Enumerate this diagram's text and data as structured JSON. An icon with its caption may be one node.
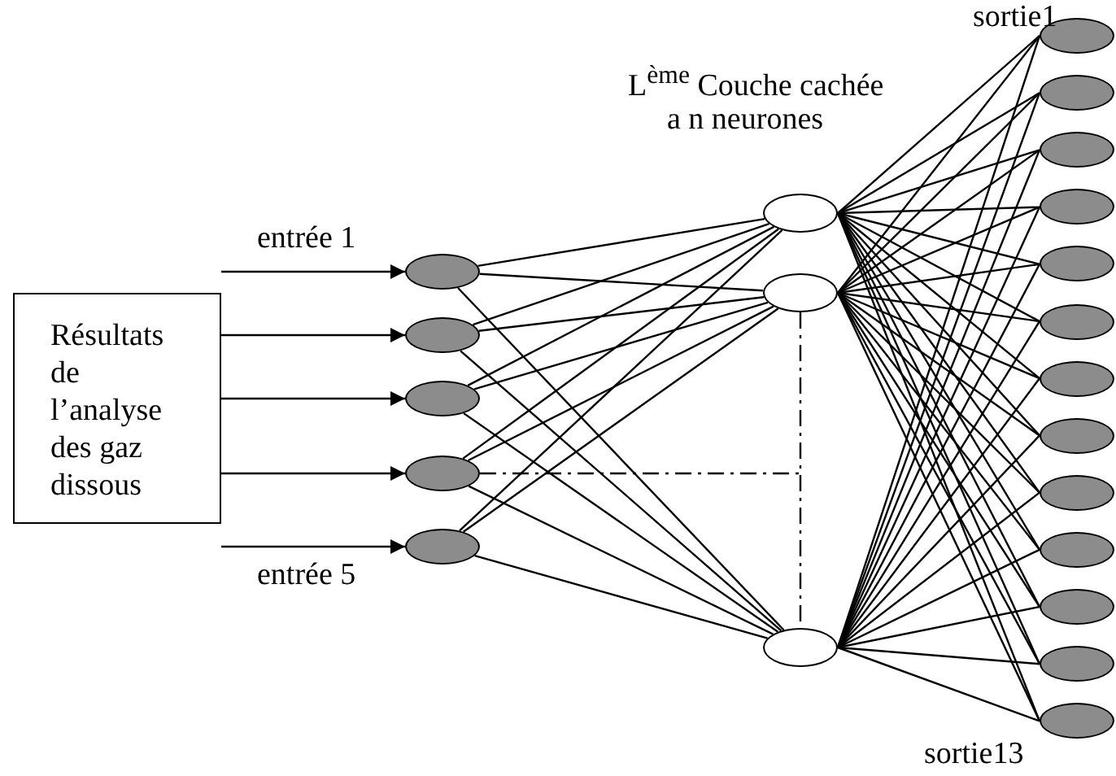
{
  "diagram": {
    "nodes": [
      {
        "text": [
          "Résultats de l’analyse des gaz dissous"
        ]
      },
      {
        "text": [],
        "shape": "ellipse"
      },
      {
        "text": [],
        "shape": "ellipse"
      },
      {
        "text": [],
        "shape": "ellipse"
      },
      {
        "text": [],
        "shape": "ellipse"
      },
      {
        "text": [],
        "shape": "ellipse"
      },
      {
        "text": [],
        "shape": "ellipse"
      },
      {
        "text": [],
        "shape": "ellipse"
      },
      {
        "text": [],
        "shape": "ellipse"
      },
      {
        "text": [],
        "shape": "ellipse"
      },
      {
        "text": [],
        "shape": "ellipse"
      },
      {
        "text": [],
        "shape": "ellipse"
      },
      {
        "text": [],
        "shape": "ellipse"
      },
      {
        "text": [],
        "shape": "ellipse"
      },
      {
        "text": [],
        "shape": "ellipse"
      },
      {
        "text": [],
        "shape": "ellipse"
      },
      {
        "text": [],
        "shape": "ellipse"
      },
      {
        "text": [],
        "shape": "ellipse"
      },
      {
        "text": [],
        "shape": "ellipse"
      },
      {
        "text": [],
        "shape": "ellipse"
      },
      {
        "text": [],
        "shape": "ellipse"
      },
      {
        "text": [],
        "shape": "ellipse"
      }
    ],
    "edges": [
      {
        "from": 0,
        "to": 1,
        "arrow": "to"
      },
      {
        "from": 0,
        "to": 2,
        "arrow": "to"
      },
      {
        "from": 0,
        "to": 3,
        "arrow": "to"
      },
      {
        "from": 0,
        "to": 4,
        "arrow": "to"
      },
      {
        "from": 0,
        "to": 5,
        "arrow": "to"
      },
      {
        "from": 1,
        "to": 6,
        "arrow": "none"
      },
      {
        "from": 1,
        "to": 7,
        "arrow": "none"
      },
      {
        "from": 1,
        "to": 8,
        "arrow": "none"
      },
      {
        "from": 2,
        "to": 6,
        "arrow": "none"
      },
      {
        "from": 2,
        "to": 7,
        "arrow": "none"
      },
      {
        "from": 2,
        "to": 8,
        "arrow": "none"
      },
      {
        "from": 3,
        "to": 6,
        "arrow": "none"
      },
      {
        "from": 3,
        "to": 7,
        "arrow": "none"
      },
      {
        "from": 3,
        "to": 8,
        "arrow": "none"
      },
      {
        "from": 4,
        "to": 6,
        "arrow": "none"
      },
      {
        "from": 4,
        "to": 7,
        "arrow": "none"
      },
      {
        "from": 4,
        "to": 8,
        "arrow": "none"
      },
      {
        "from": 5,
        "to": 6,
        "arrow": "none"
      },
      {
        "from": 5,
        "to": 7,
        "arrow": "none"
      },
      {
        "from": 5,
        "to": 8,
        "arrow": "none"
      },
      {
        "from": 6,
        "to": 9,
        "arrow": "none"
      },
      {
        "from": 6,
        "to": 10,
        "arrow": "none"
      },
      {
        "from": 6,
        "to": 11,
        "arrow": "none"
      },
      {
        "from": 6,
        "to": 12,
        "arrow": "none"
      },
      {
        "from": 6,
        "to": 13,
        "arrow": "none"
      },
      {
        "from": 6,
        "to": 14,
        "arrow": "none"
      },
      {
        "from": 6,
        "to": 15,
        "arrow": "none"
      },
      {
        "from": 6,
        "to": 16,
        "arrow": "none"
      },
      {
        "from": 6,
        "to": 17,
        "arrow": "none"
      },
      {
        "from": 6,
        "to": 18,
        "arrow": "none"
      },
      {
        "from": 6,
        "to": 19,
        "arrow": "none"
      },
      {
        "from": 6,
        "to": 20,
        "arrow": "none"
      },
      {
        "from": 6,
        "to": 21,
        "arrow": "none"
      },
      {
        "from": 7,
        "to": 9,
        "arrow": "none"
      },
      {
        "from": 7,
        "to": 10,
        "arrow": "none"
      },
      {
        "from": 7,
        "to": 11,
        "arrow": "none"
      },
      {
        "from": 7,
        "to": 12,
        "arrow": "none"
      },
      {
        "from": 7,
        "to": 13,
        "arrow": "none"
      },
      {
        "from": 7,
        "to": 14,
        "arrow": "none"
      },
      {
        "from": 7,
        "to": 15,
        "arrow": "none"
      },
      {
        "from": 7,
        "to": 16,
        "arrow": "none"
      },
      {
        "from": 7,
        "to": 17,
        "arrow": "none"
      },
      {
        "from": 7,
        "to": 18,
        "arrow": "none"
      },
      {
        "from": 7,
        "to": 19,
        "arrow": "none"
      },
      {
        "from": 7,
        "to": 20,
        "arrow": "none"
      },
      {
        "from": 7,
        "to": 21,
        "arrow": "none"
      },
      {
        "from": 8,
        "to": 9,
        "arrow": "none"
      },
      {
        "from": 8,
        "to": 10,
        "arrow": "none"
      },
      {
        "from": 8,
        "to": 11,
        "arrow": "none"
      },
      {
        "from": 8,
        "to": 12,
        "arrow": "none"
      },
      {
        "from": 8,
        "to": 13,
        "arrow": "none"
      },
      {
        "from": 8,
        "to": 14,
        "arrow": "none"
      },
      {
        "from": 8,
        "to": 15,
        "arrow": "none"
      },
      {
        "from": 8,
        "to": 16,
        "arrow": "none"
      },
      {
        "from": 8,
        "to": 17,
        "arrow": "none"
      },
      {
        "from": 8,
        "to": 18,
        "arrow": "none"
      },
      {
        "from": 8,
        "to": 19,
        "arrow": "none"
      },
      {
        "from": 8,
        "to": 20,
        "arrow": "none"
      },
      {
        "from": 8,
        "to": 21,
        "arrow": "none"
      },
      {
        "from": 7,
        "to": 8,
        "arrow": "none",
        "style": "dashed"
      },
      {
        "from": 4,
        "to": null,
        "arrow": "none",
        "style": "dashed"
      }
    ],
    "labels": [
      "sortie1",
      "L$^{ème}$ Couche cachée",
      "a n neurones",
      "entrée 1",
      "entrée 5",
      "sortie13"
    ]
  }
}
